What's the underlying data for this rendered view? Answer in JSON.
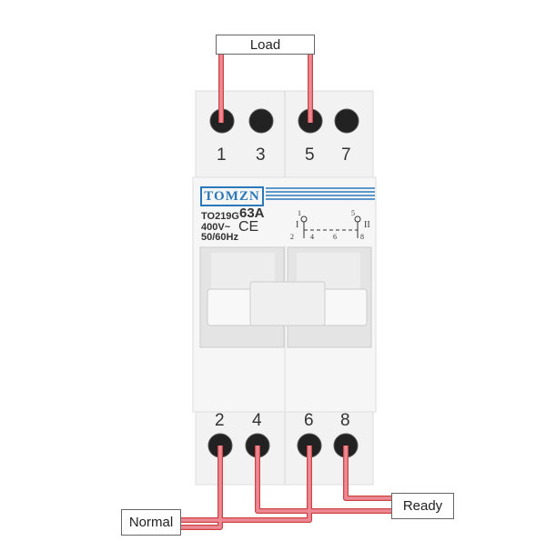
{
  "labels": {
    "load": "Load",
    "normal": "Normal",
    "ready": "Ready"
  },
  "terminals": {
    "top": [
      "1",
      "3",
      "5",
      "7"
    ],
    "bottom": [
      "2",
      "4",
      "6",
      "8"
    ]
  },
  "device": {
    "brand": "TOMZN",
    "model": "TO219G",
    "current": "63A",
    "voltage": "400V~",
    "frequency": "50/60Hz",
    "ce_mark": "CE",
    "schematic": {
      "pos1": "I",
      "pos2": "II",
      "t1": "1",
      "t5": "5",
      "b2": "2",
      "b4": "4",
      "b6": "6",
      "b8": "8"
    }
  },
  "colors": {
    "wire": "#ee6b7a",
    "brand": "#2a78b8"
  }
}
